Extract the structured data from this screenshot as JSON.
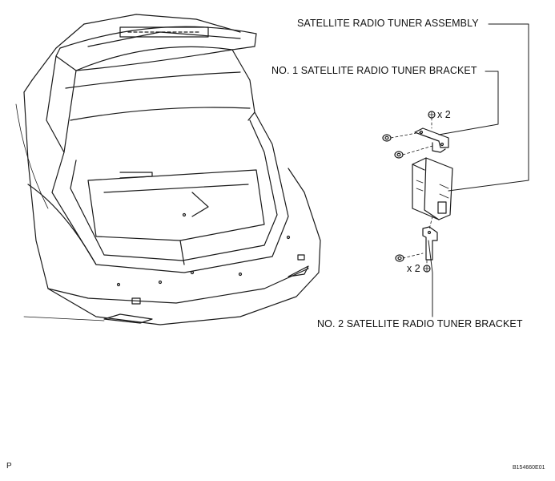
{
  "callouts": {
    "tuner_assembly": "SATELLITE RADIO TUNER ASSEMBLY",
    "bracket_1": "NO. 1 SATELLITE RADIO TUNER BRACKET",
    "bracket_2": "NO. 2 SATELLITE RADIO TUNER BRACKET"
  },
  "quantities": {
    "bolt_upper": "x 2",
    "nut_lower": "x 2"
  },
  "footer": {
    "page_letter": "P",
    "figure_code": "B154660E01"
  }
}
